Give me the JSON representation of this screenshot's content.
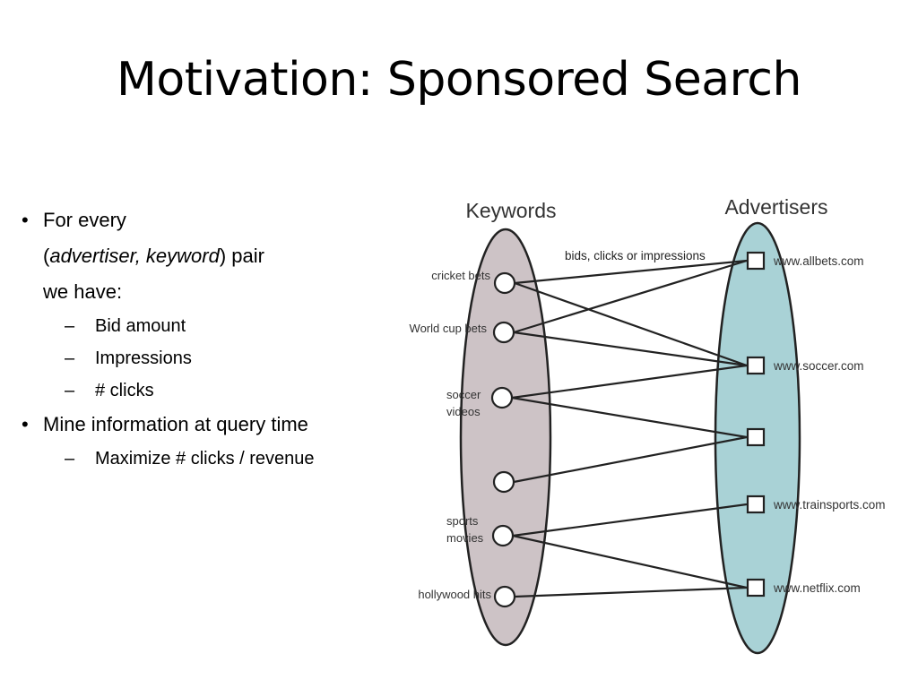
{
  "slide": {
    "title": "Motivation: Sponsored Search"
  },
  "bullets": {
    "first": {
      "line1": "For every",
      "open_paren": "(",
      "italic": "advertiser, keyword",
      "after": ") pair",
      "line3": "we have:",
      "subitems": [
        "Bid amount",
        "Impressions",
        "# clicks"
      ]
    },
    "second": {
      "text": "Mine information at query time",
      "subitems": [
        "Maximize # clicks / revenue"
      ]
    },
    "bullet_glyph": "•",
    "dash_glyph": "–"
  },
  "diagram": {
    "keywords_heading": "Keywords",
    "advertisers_heading": "Advertisers",
    "edge_label": "bids, clicks or impressions",
    "keywords": [
      {
        "label_lines": [
          "cricket bets"
        ]
      },
      {
        "label_lines": [
          "World cup bets"
        ]
      },
      {
        "label_lines": [
          "soccer",
          "videos"
        ]
      },
      {
        "label_lines": []
      },
      {
        "label_lines": [
          "sports",
          "movies"
        ]
      },
      {
        "label_lines": [
          "hollywood hits"
        ]
      }
    ],
    "advertisers": [
      {
        "label": "www.allbets.com"
      },
      {
        "label": "www.soccer.com"
      },
      {
        "label": ""
      },
      {
        "label": "www.trainsports.com"
      },
      {
        "label": "www.netflix.com"
      }
    ],
    "edges": [
      [
        0,
        0
      ],
      [
        0,
        1
      ],
      [
        1,
        0
      ],
      [
        1,
        1
      ],
      [
        2,
        1
      ],
      [
        2,
        2
      ],
      [
        3,
        2
      ],
      [
        4,
        3
      ],
      [
        4,
        4
      ],
      [
        5,
        4
      ]
    ],
    "colors": {
      "keywords_ellipse": "#cdc3c6",
      "advertisers_ellipse": "#a9d2d6",
      "stroke": "#222222"
    }
  }
}
